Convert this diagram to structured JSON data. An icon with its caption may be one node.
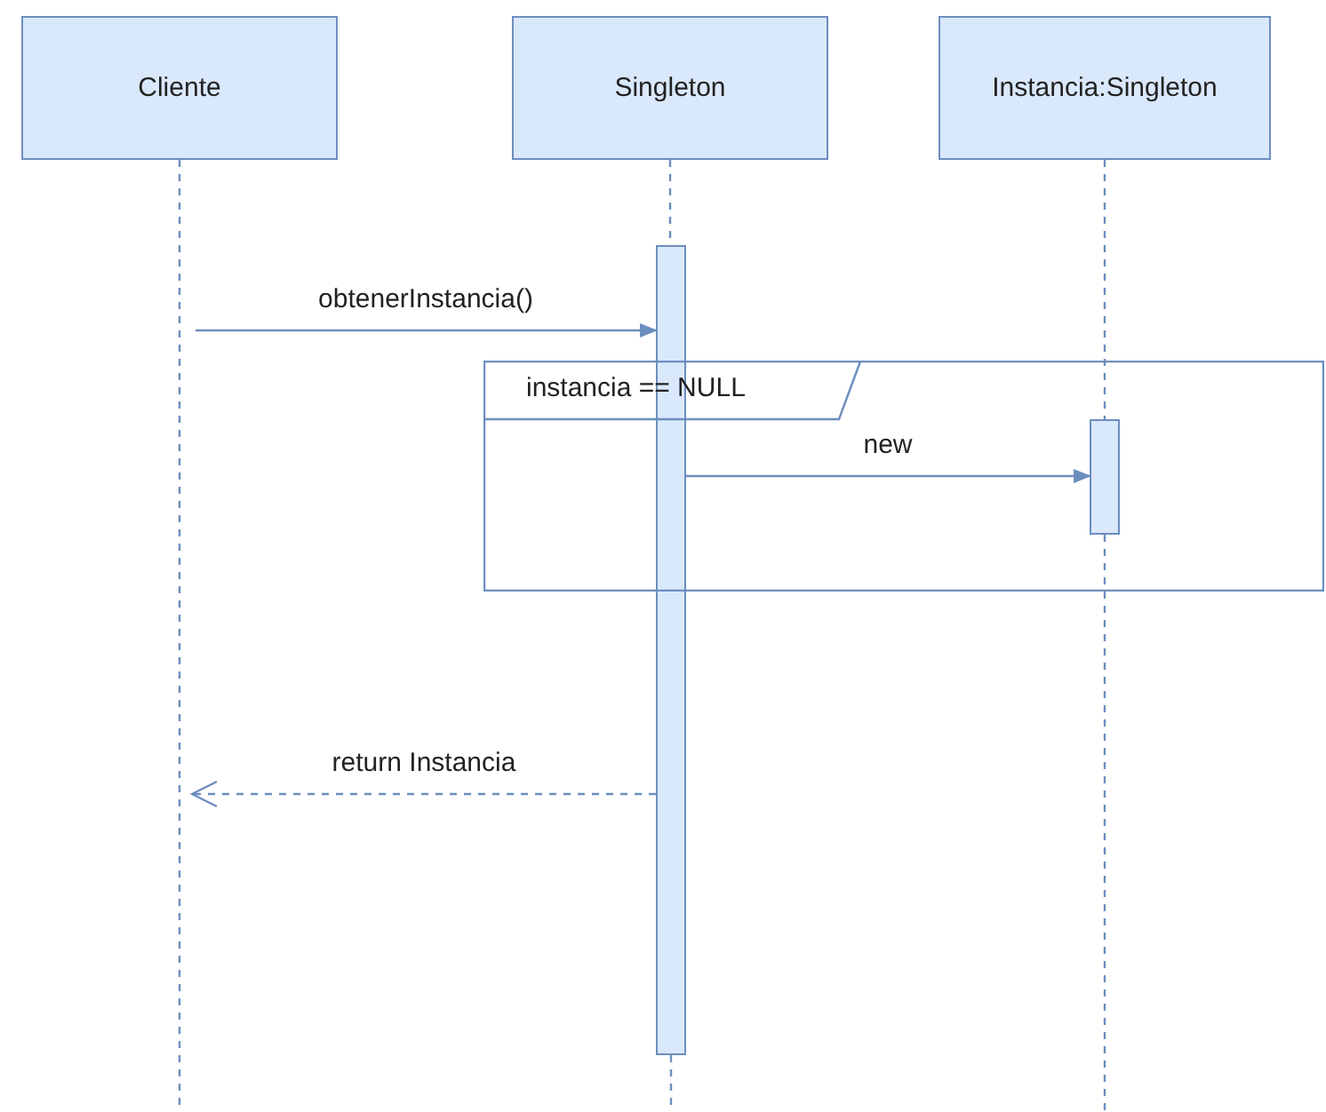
{
  "diagram": {
    "nodes": [
      {
        "text": [
          "Cliente"
        ]
      },
      {
        "text": [
          "Singleton"
        ]
      },
      {
        "text": [
          "Instancia:Singleton"
        ]
      },
      {
        "text": [],
        "shape": "bar"
      },
      {
        "text": [
          "instancia == NULL"
        ]
      },
      {
        "text": [],
        "shape": "bar",
        "in": 4
      }
    ],
    "edges": [
      {
        "from": 0,
        "to": null,
        "arrow": "none",
        "style": "dashed"
      },
      {
        "from": 1,
        "to": 3,
        "arrow": "none",
        "style": "dashed"
      },
      {
        "from": 2,
        "to": 5,
        "arrow": "none",
        "style": "dashed"
      },
      {
        "from": null,
        "to": 3,
        "arrow": "to",
        "label": "obtenerInstancia()"
      },
      {
        "from": 3,
        "to": 5,
        "arrow": "to",
        "label": "new"
      },
      {
        "from": 3,
        "to": null,
        "arrow": "to",
        "label": "return Instancia",
        "style": "dashed"
      }
    ]
  }
}
